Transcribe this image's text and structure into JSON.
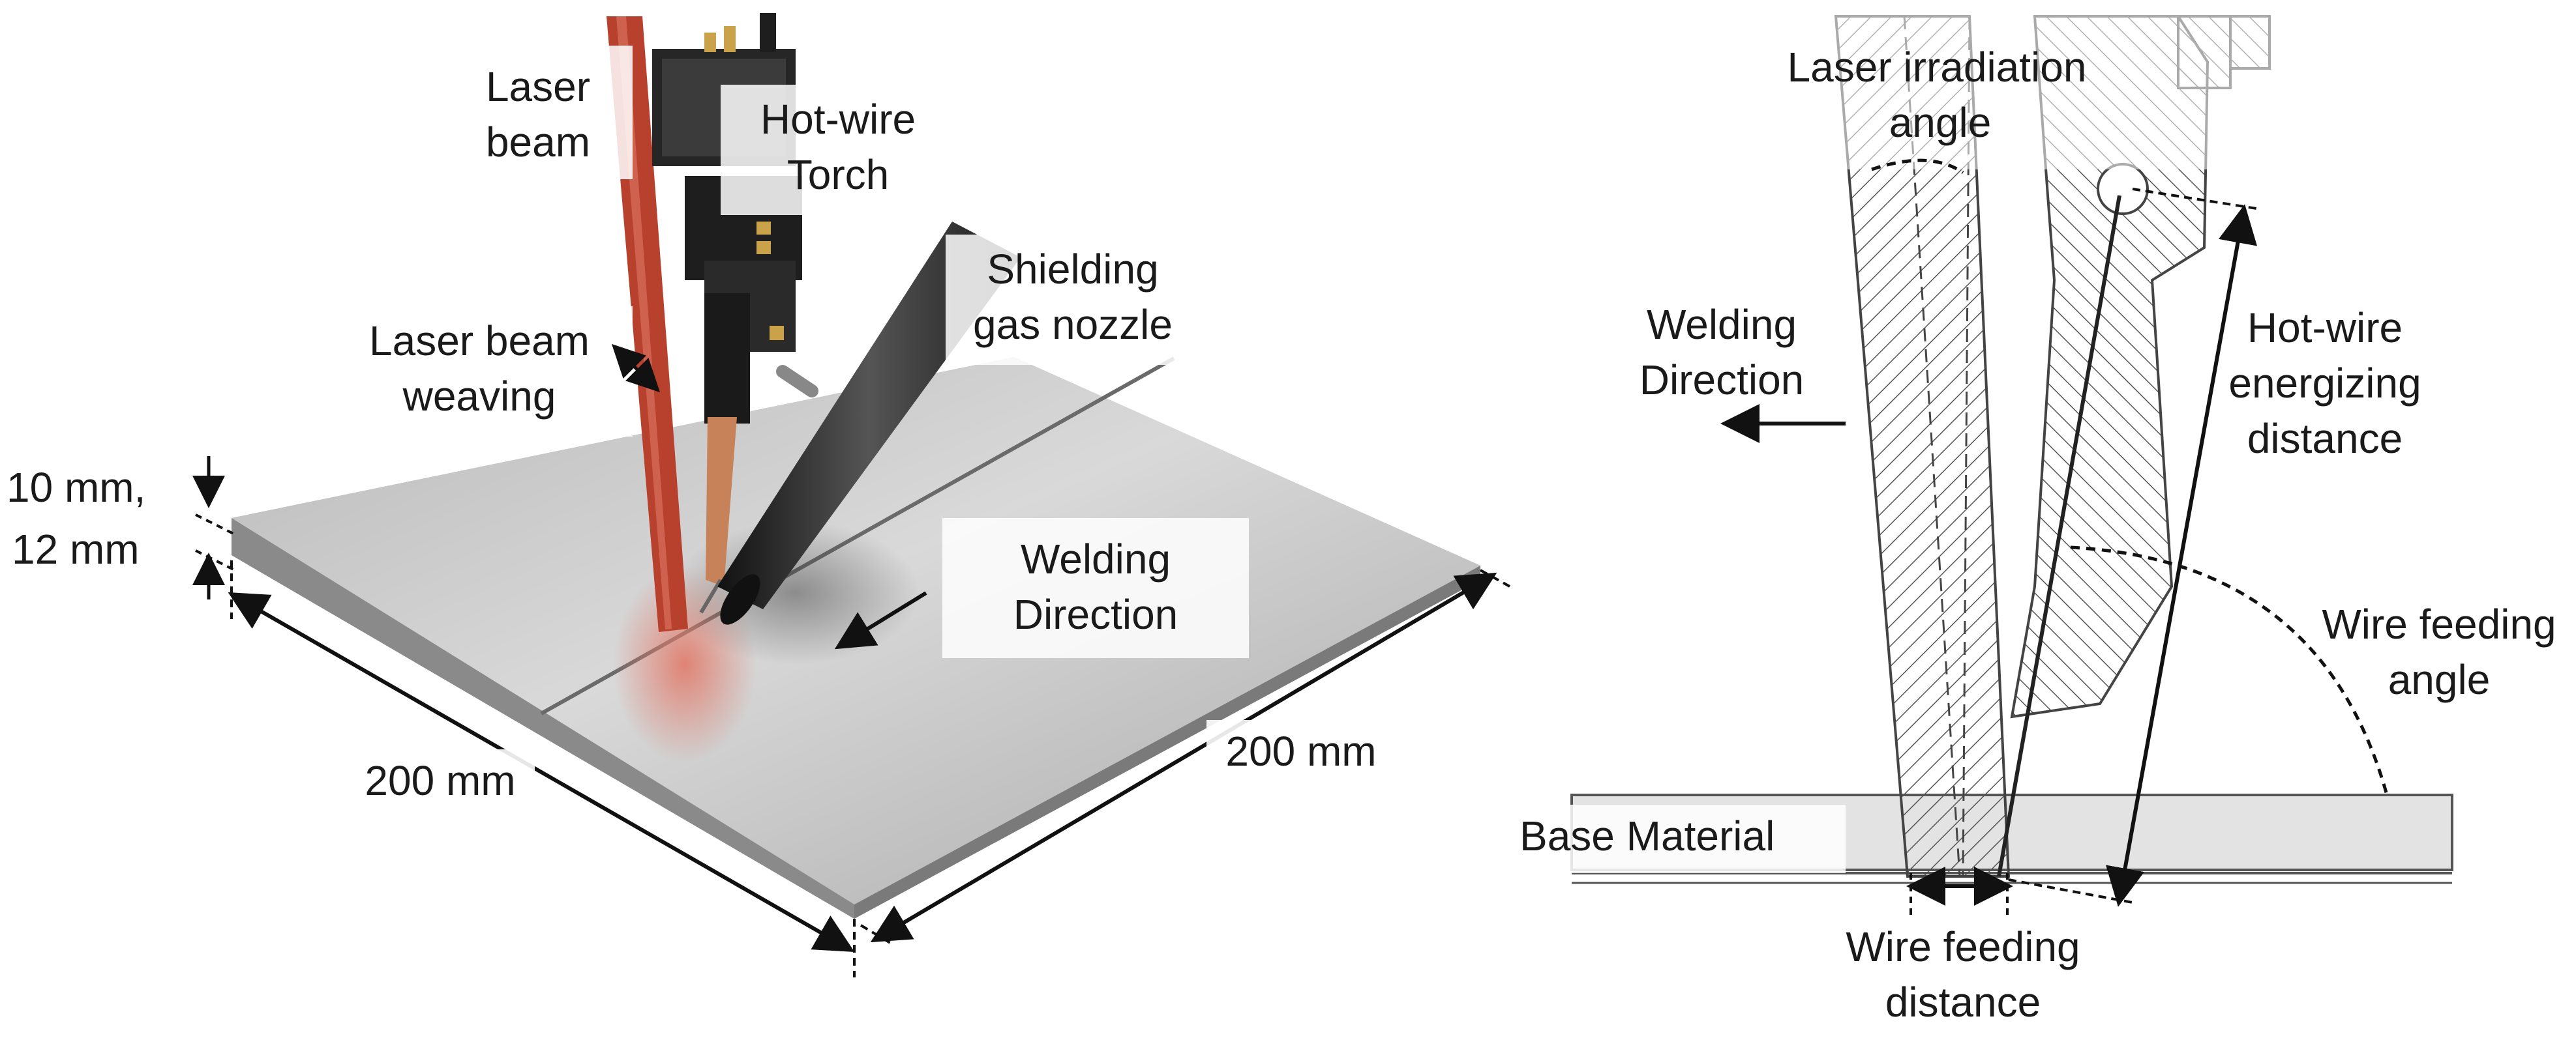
{
  "left_panel": {
    "laser_beam": [
      "Laser",
      "beam"
    ],
    "hot_wire_torch": [
      "Hot-wire",
      "Torch"
    ],
    "shielding_gas_nozzle": [
      "Shielding",
      "gas nozzle"
    ],
    "laser_beam_weaving": [
      "Laser beam",
      "weaving"
    ],
    "thickness": [
      "10 mm,",
      "12 mm"
    ],
    "welding_direction": [
      "Welding",
      "Direction"
    ],
    "length_left": "200 mm",
    "length_right": "200 mm"
  },
  "right_panel": {
    "laser_irradiation_angle": [
      "Laser irradiation",
      "angle"
    ],
    "welding_direction": [
      "Welding",
      "Direction"
    ],
    "hot_wire_energizing_distance": [
      "Hot-wire",
      "energizing",
      "distance"
    ],
    "wire_feeding_angle": [
      "Wire feeding",
      "angle"
    ],
    "base_material": "Base Material",
    "wire_feeding_distance": [
      "Wire feeding",
      "distance"
    ]
  },
  "colors": {
    "laser_beam": "#b8412e",
    "plate_top": "#c9c9c9",
    "nozzle": "#2a2a2a",
    "copper_tip": "#c7825a",
    "brass_fitting": "#c9a24a",
    "hatch": "#555555"
  }
}
